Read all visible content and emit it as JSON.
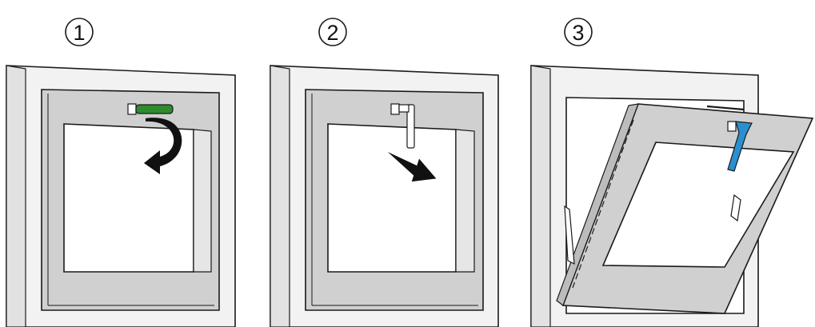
{
  "steps": [
    {
      "number": "1",
      "label": "①",
      "action": "turn-handle",
      "handle_color": "#2e8b2e"
    },
    {
      "number": "2",
      "label": "②",
      "action": "pull-handle-down",
      "handle_color": "#ffffff"
    },
    {
      "number": "3",
      "label": "③",
      "action": "tilt-open",
      "handle_color": "#2a8fd0"
    }
  ],
  "colors": {
    "frame_fill": "#f2f2f2",
    "sash_fill": "#d0d0d0",
    "outline": "#1a1a1a",
    "arrow": "#111111"
  }
}
